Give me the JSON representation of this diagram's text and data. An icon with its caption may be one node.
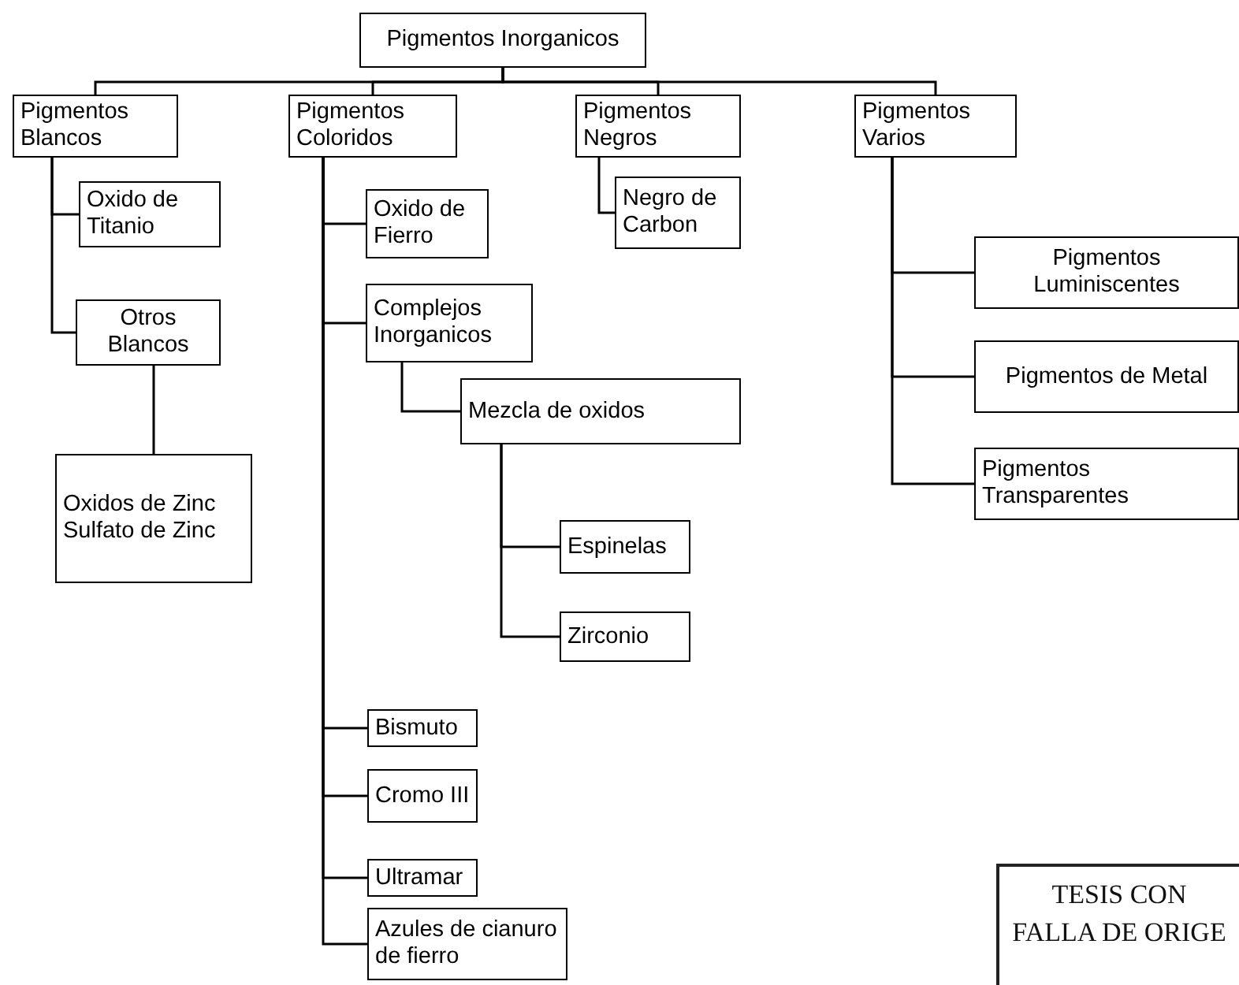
{
  "diagram": {
    "nodes": [
      {
        "text": [
          "Pigmentos Inorganicos"
        ]
      },
      {
        "text": [
          "Pigmentos Blancos"
        ]
      },
      {
        "text": [
          "Pigmentos Coloridos"
        ]
      },
      {
        "text": [
          "Pigmentos Negros"
        ]
      },
      {
        "text": [
          "Pigmentos Varios"
        ]
      },
      {
        "text": [
          "Oxido de Titanio"
        ]
      },
      {
        "text": [
          "Otros Blancos"
        ]
      },
      {
        "text": [
          "Oxidos de Zinc Sulfato de Zinc"
        ]
      },
      {
        "text": [
          "Oxido de Fierro"
        ]
      },
      {
        "text": [
          "Complejos Inorganicos"
        ]
      },
      {
        "text": [
          "Mezcla de oxidos"
        ]
      },
      {
        "text": [
          "Espinelas"
        ]
      },
      {
        "text": [
          "Zirconio"
        ]
      },
      {
        "text": [
          "Bismuto"
        ]
      },
      {
        "text": [
          "Cromo III"
        ]
      },
      {
        "text": [
          "Ultramar"
        ]
      },
      {
        "text": [
          "Azules de cianuro de fierro"
        ]
      },
      {
        "text": [
          "Negro de Carbon"
        ]
      },
      {
        "text": [
          "Pigmentos Luminiscentes"
        ]
      },
      {
        "text": [
          "Pigmentos de Metal"
        ]
      },
      {
        "text": [
          "Pigmentos Transparentes"
        ]
      }
    ],
    "edges": [
      {
        "from": 0,
        "to": 1,
        "arrow": "none"
      },
      {
        "from": 0,
        "to": 2,
        "arrow": "none"
      },
      {
        "from": 0,
        "to": 3,
        "arrow": "none"
      },
      {
        "from": 0,
        "to": 4,
        "arrow": "none"
      },
      {
        "from": 1,
        "to": 5,
        "arrow": "none"
      },
      {
        "from": 1,
        "to": 6,
        "arrow": "none"
      },
      {
        "from": 6,
        "to": 7,
        "arrow": "none"
      },
      {
        "from": 2,
        "to": 8,
        "arrow": "none"
      },
      {
        "from": 2,
        "to": 9,
        "arrow": "none"
      },
      {
        "from": 9,
        "to": 10,
        "arrow": "none"
      },
      {
        "from": 10,
        "to": 11,
        "arrow": "none"
      },
      {
        "from": 10,
        "to": 12,
        "arrow": "none"
      },
      {
        "from": 2,
        "to": 13,
        "arrow": "none"
      },
      {
        "from": 2,
        "to": 14,
        "arrow": "none"
      },
      {
        "from": 2,
        "to": 15,
        "arrow": "none"
      },
      {
        "from": 2,
        "to": 16,
        "arrow": "none"
      },
      {
        "from": 3,
        "to": 17,
        "arrow": "none"
      },
      {
        "from": 4,
        "to": 18,
        "arrow": "none"
      },
      {
        "from": 4,
        "to": 19,
        "arrow": "none"
      },
      {
        "from": 4,
        "to": 20,
        "arrow": "none"
      }
    ],
    "labels": [
      "TESIS CON",
      "FALLA DE ORIGE"
    ]
  }
}
